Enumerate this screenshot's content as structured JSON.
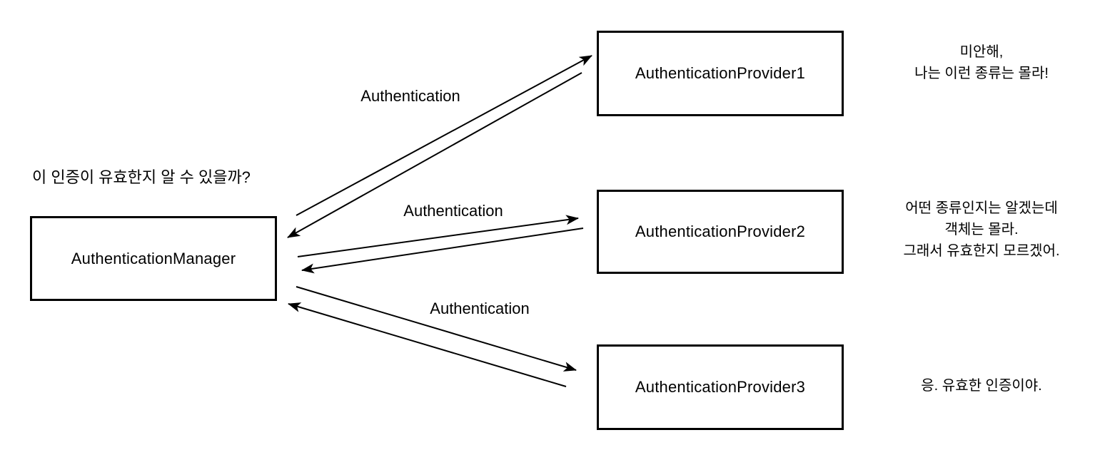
{
  "boxes": {
    "manager": {
      "label": "AuthenticationManager"
    },
    "provider1": {
      "label": "AuthenticationProvider1"
    },
    "provider2": {
      "label": "AuthenticationProvider2"
    },
    "provider3": {
      "label": "AuthenticationProvider3"
    }
  },
  "connections": [
    {
      "from": "AuthenticationManager",
      "to": "AuthenticationProvider1",
      "label": "Authentication",
      "direction": "bidirectional"
    },
    {
      "from": "AuthenticationManager",
      "to": "AuthenticationProvider2",
      "label": "Authentication",
      "direction": "bidirectional"
    },
    {
      "from": "AuthenticationManager",
      "to": "AuthenticationProvider3",
      "label": "Authentication",
      "direction": "bidirectional"
    }
  ],
  "annotations": {
    "manager_question": "이 인증이 유효한지 알 수 있을까?",
    "provider1_reply": {
      "line1": "미안해,",
      "line2": "나는 이런 종류는 몰라!"
    },
    "provider2_reply": {
      "line1": "어떤 종류인지는 알겠는데",
      "line2": "객체는 몰라.",
      "line3": "그래서 유효한지 모르겠어."
    },
    "provider3_reply": {
      "line1": "응. 유효한 인증이야."
    }
  },
  "colors": {
    "background": "#ffffff",
    "line": "#000000",
    "text": "#000000"
  }
}
